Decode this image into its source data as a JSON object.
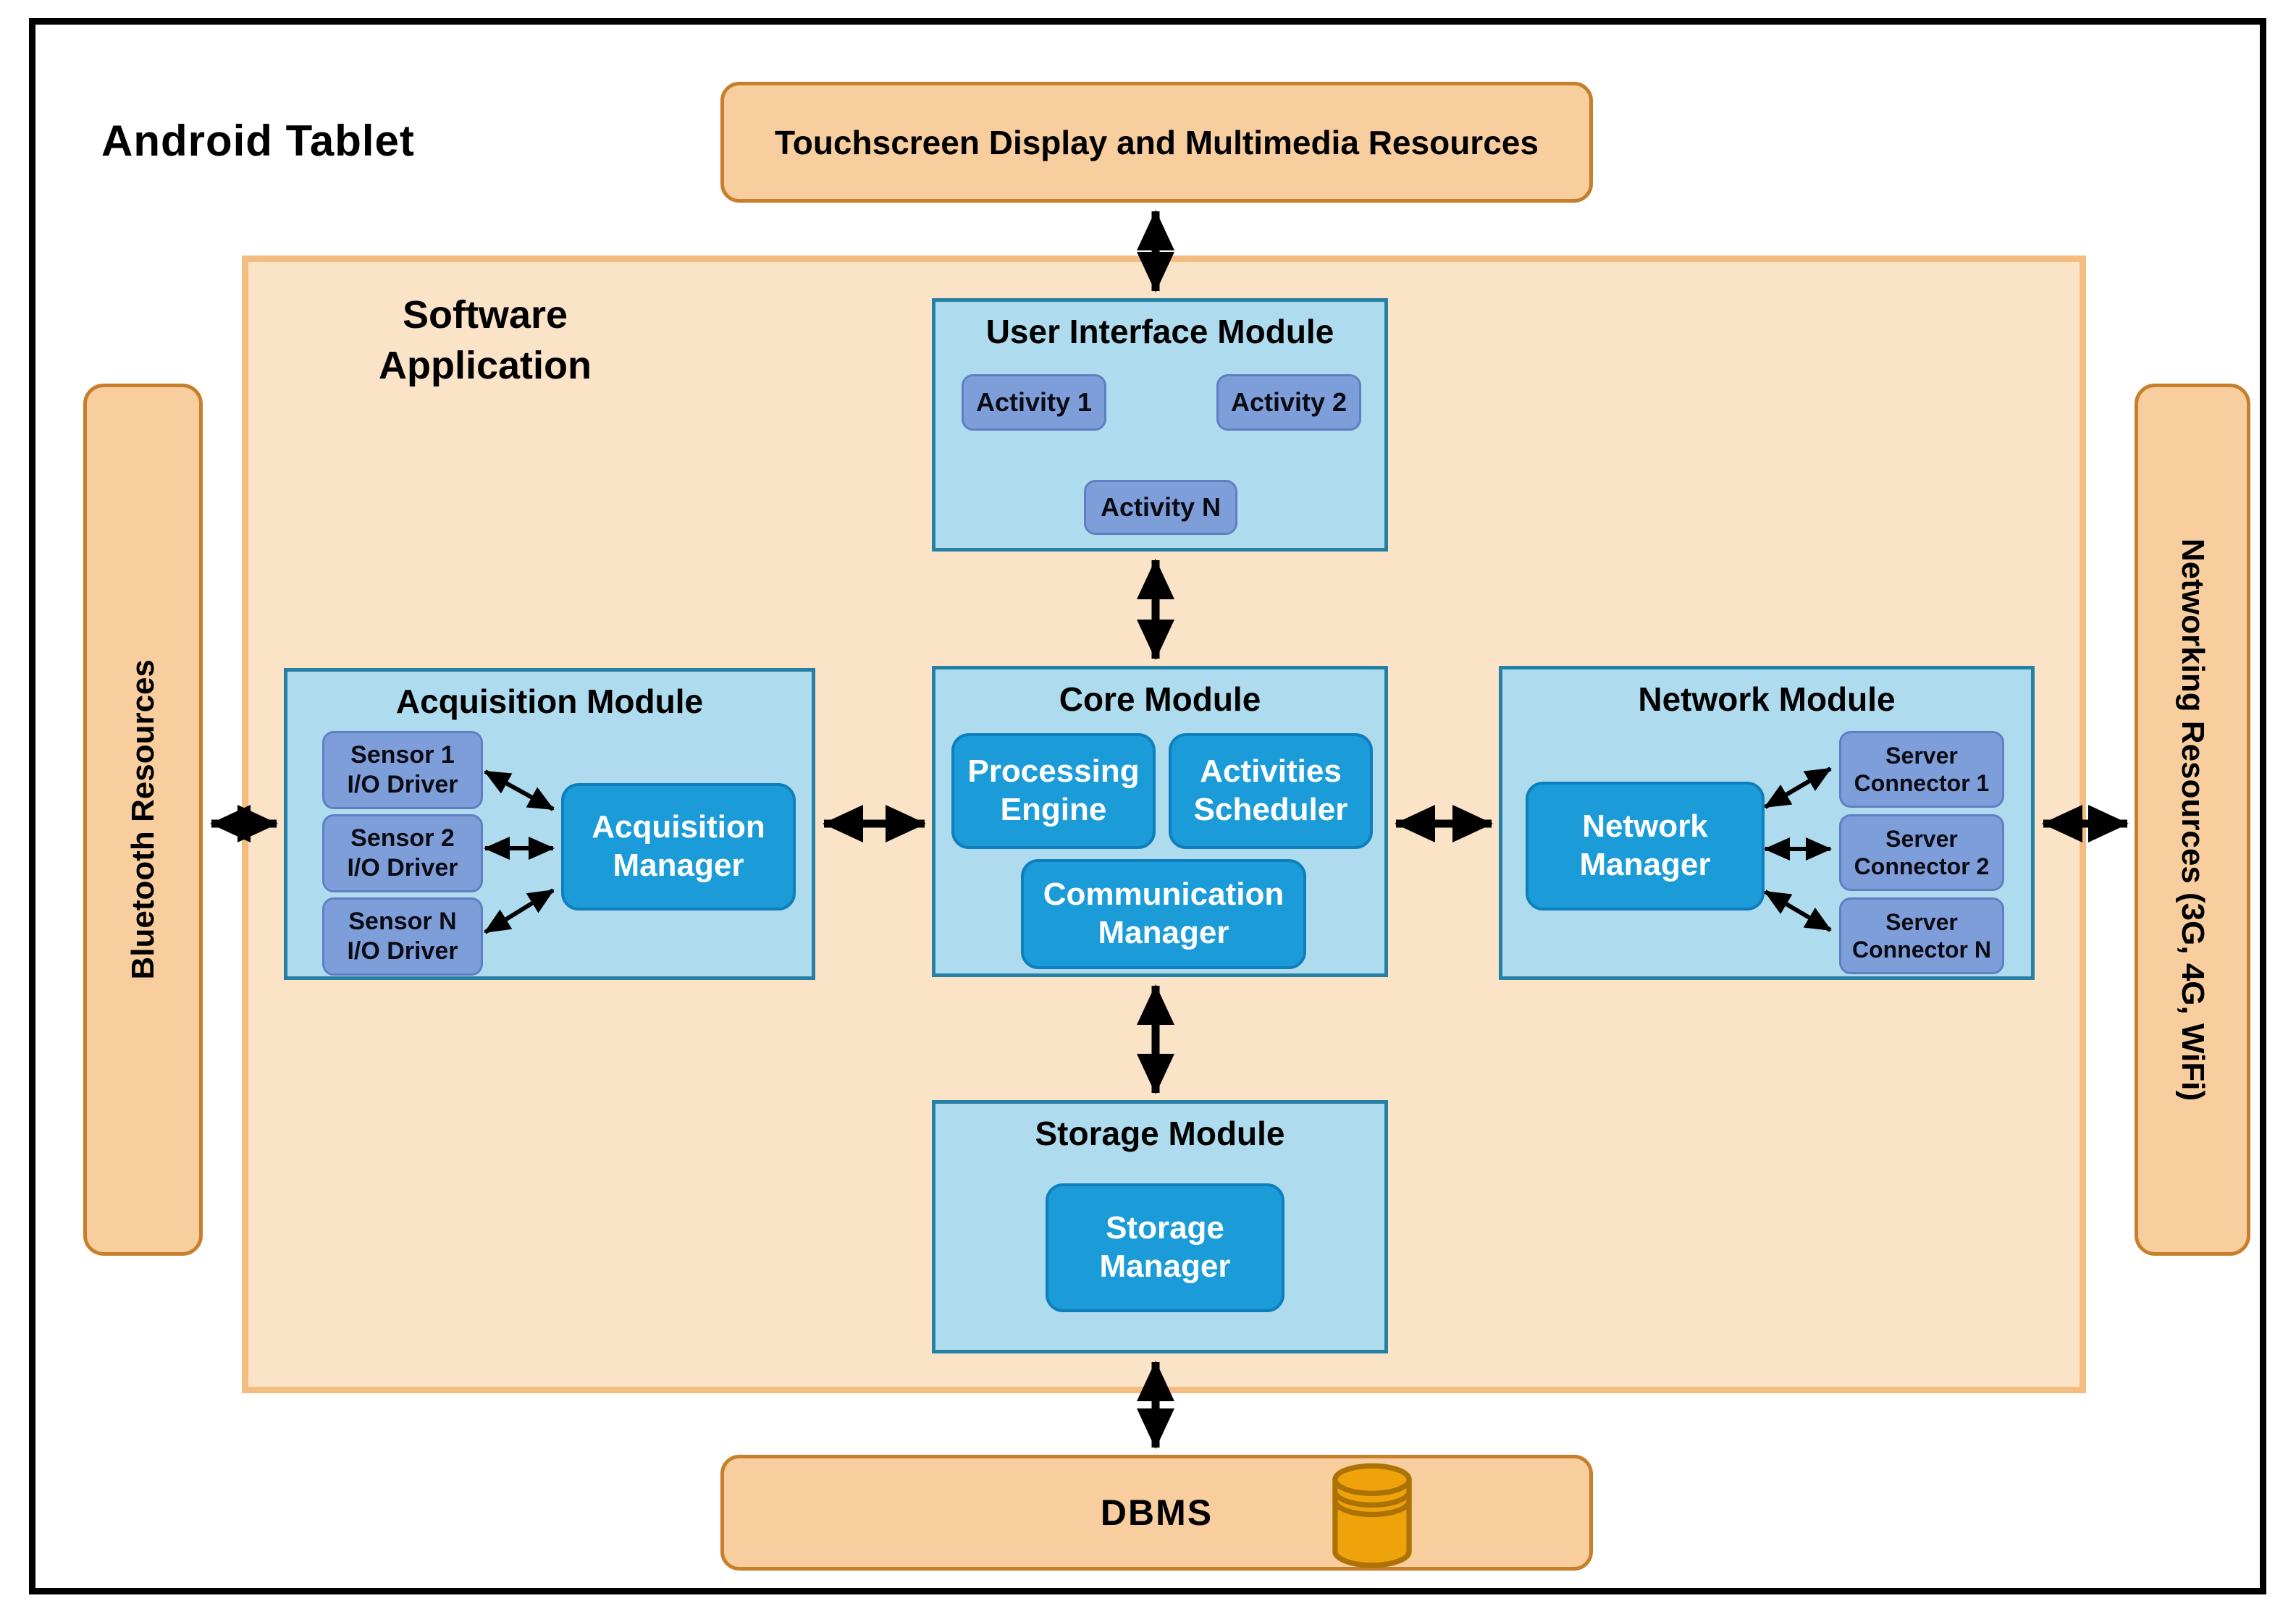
{
  "colors": {
    "orange-fill": "#F8CE9E",
    "orange-border": "#C77F2B",
    "panel-fill": "#FBE3C8",
    "panel-border": "#F5BC80",
    "module-fill": "#AEDCEE",
    "module-border": "#2580A3",
    "item-fill": "#7E9EDA",
    "item-border": "#5F7FC2",
    "manager-fill": "#1B9CD8",
    "manager-border": "#0E7FBC",
    "cylinder-fill": "#EFA30B",
    "cylinder-border": "#AC7204",
    "arrow": "#000000"
  },
  "device_label": "Android Tablet",
  "panel_label": "Software Application",
  "peripherals": {
    "touchscreen": "Touchscreen Display and Multimedia Resources",
    "bluetooth": "Bluetooth Resources",
    "networking": "Networking Resources (3G, 4G, WiFi)",
    "dbms": "DBMS"
  },
  "modules": {
    "ui": {
      "title": "User Interface Module",
      "activities": [
        "Activity 1",
        "Activity 2",
        "Activity N"
      ]
    },
    "acquisition": {
      "title": "Acquisition Module",
      "drivers": [
        "Sensor 1\nI/O Driver",
        "Sensor 2\nI/O Driver",
        "Sensor N\nI/O Driver"
      ],
      "manager": "Acquisition\nManager"
    },
    "core": {
      "title": "Core Module",
      "components": [
        "Processing\nEngine",
        "Activities\nScheduler",
        "Communication\nManager"
      ]
    },
    "network": {
      "title": "Network Module",
      "manager": "Network\nManager",
      "connectors": [
        "Server\nConnector 1",
        "Server\nConnector 2",
        "Server\nConnector N"
      ]
    },
    "storage": {
      "title": "Storage Module",
      "manager": "Storage\nManager"
    }
  }
}
